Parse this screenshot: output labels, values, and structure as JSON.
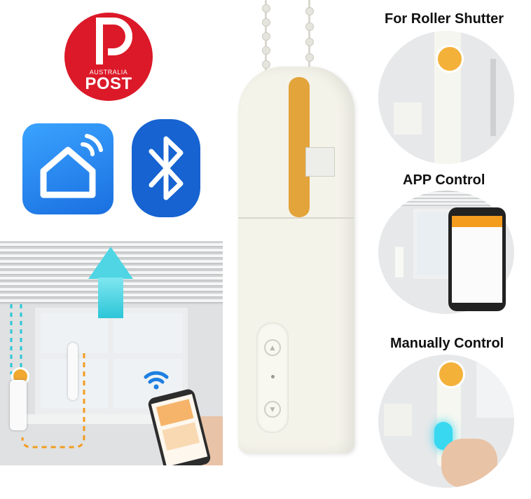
{
  "logo": {
    "line1": "AUSTRALIA",
    "line2": "POST",
    "color": "#dc1928"
  },
  "headings": {
    "roller_shutter": "For Roller Shutter",
    "app_control": "APP Control",
    "manual_control": "Manually Control"
  },
  "icons": {
    "smart_home": "smart-home-app-icon",
    "bluetooth": "bluetooth-icon",
    "wifi": "wifi-signal-icon",
    "up": "up-arrow-icon",
    "down": "down-arrow-icon"
  },
  "device": {
    "up_glyph": "▲",
    "down_glyph": "▼"
  },
  "colors": {
    "accent_orange": "#f39c1e",
    "arrow_cyan": "#2cc6d8",
    "device_body": "#f4f3ea"
  }
}
